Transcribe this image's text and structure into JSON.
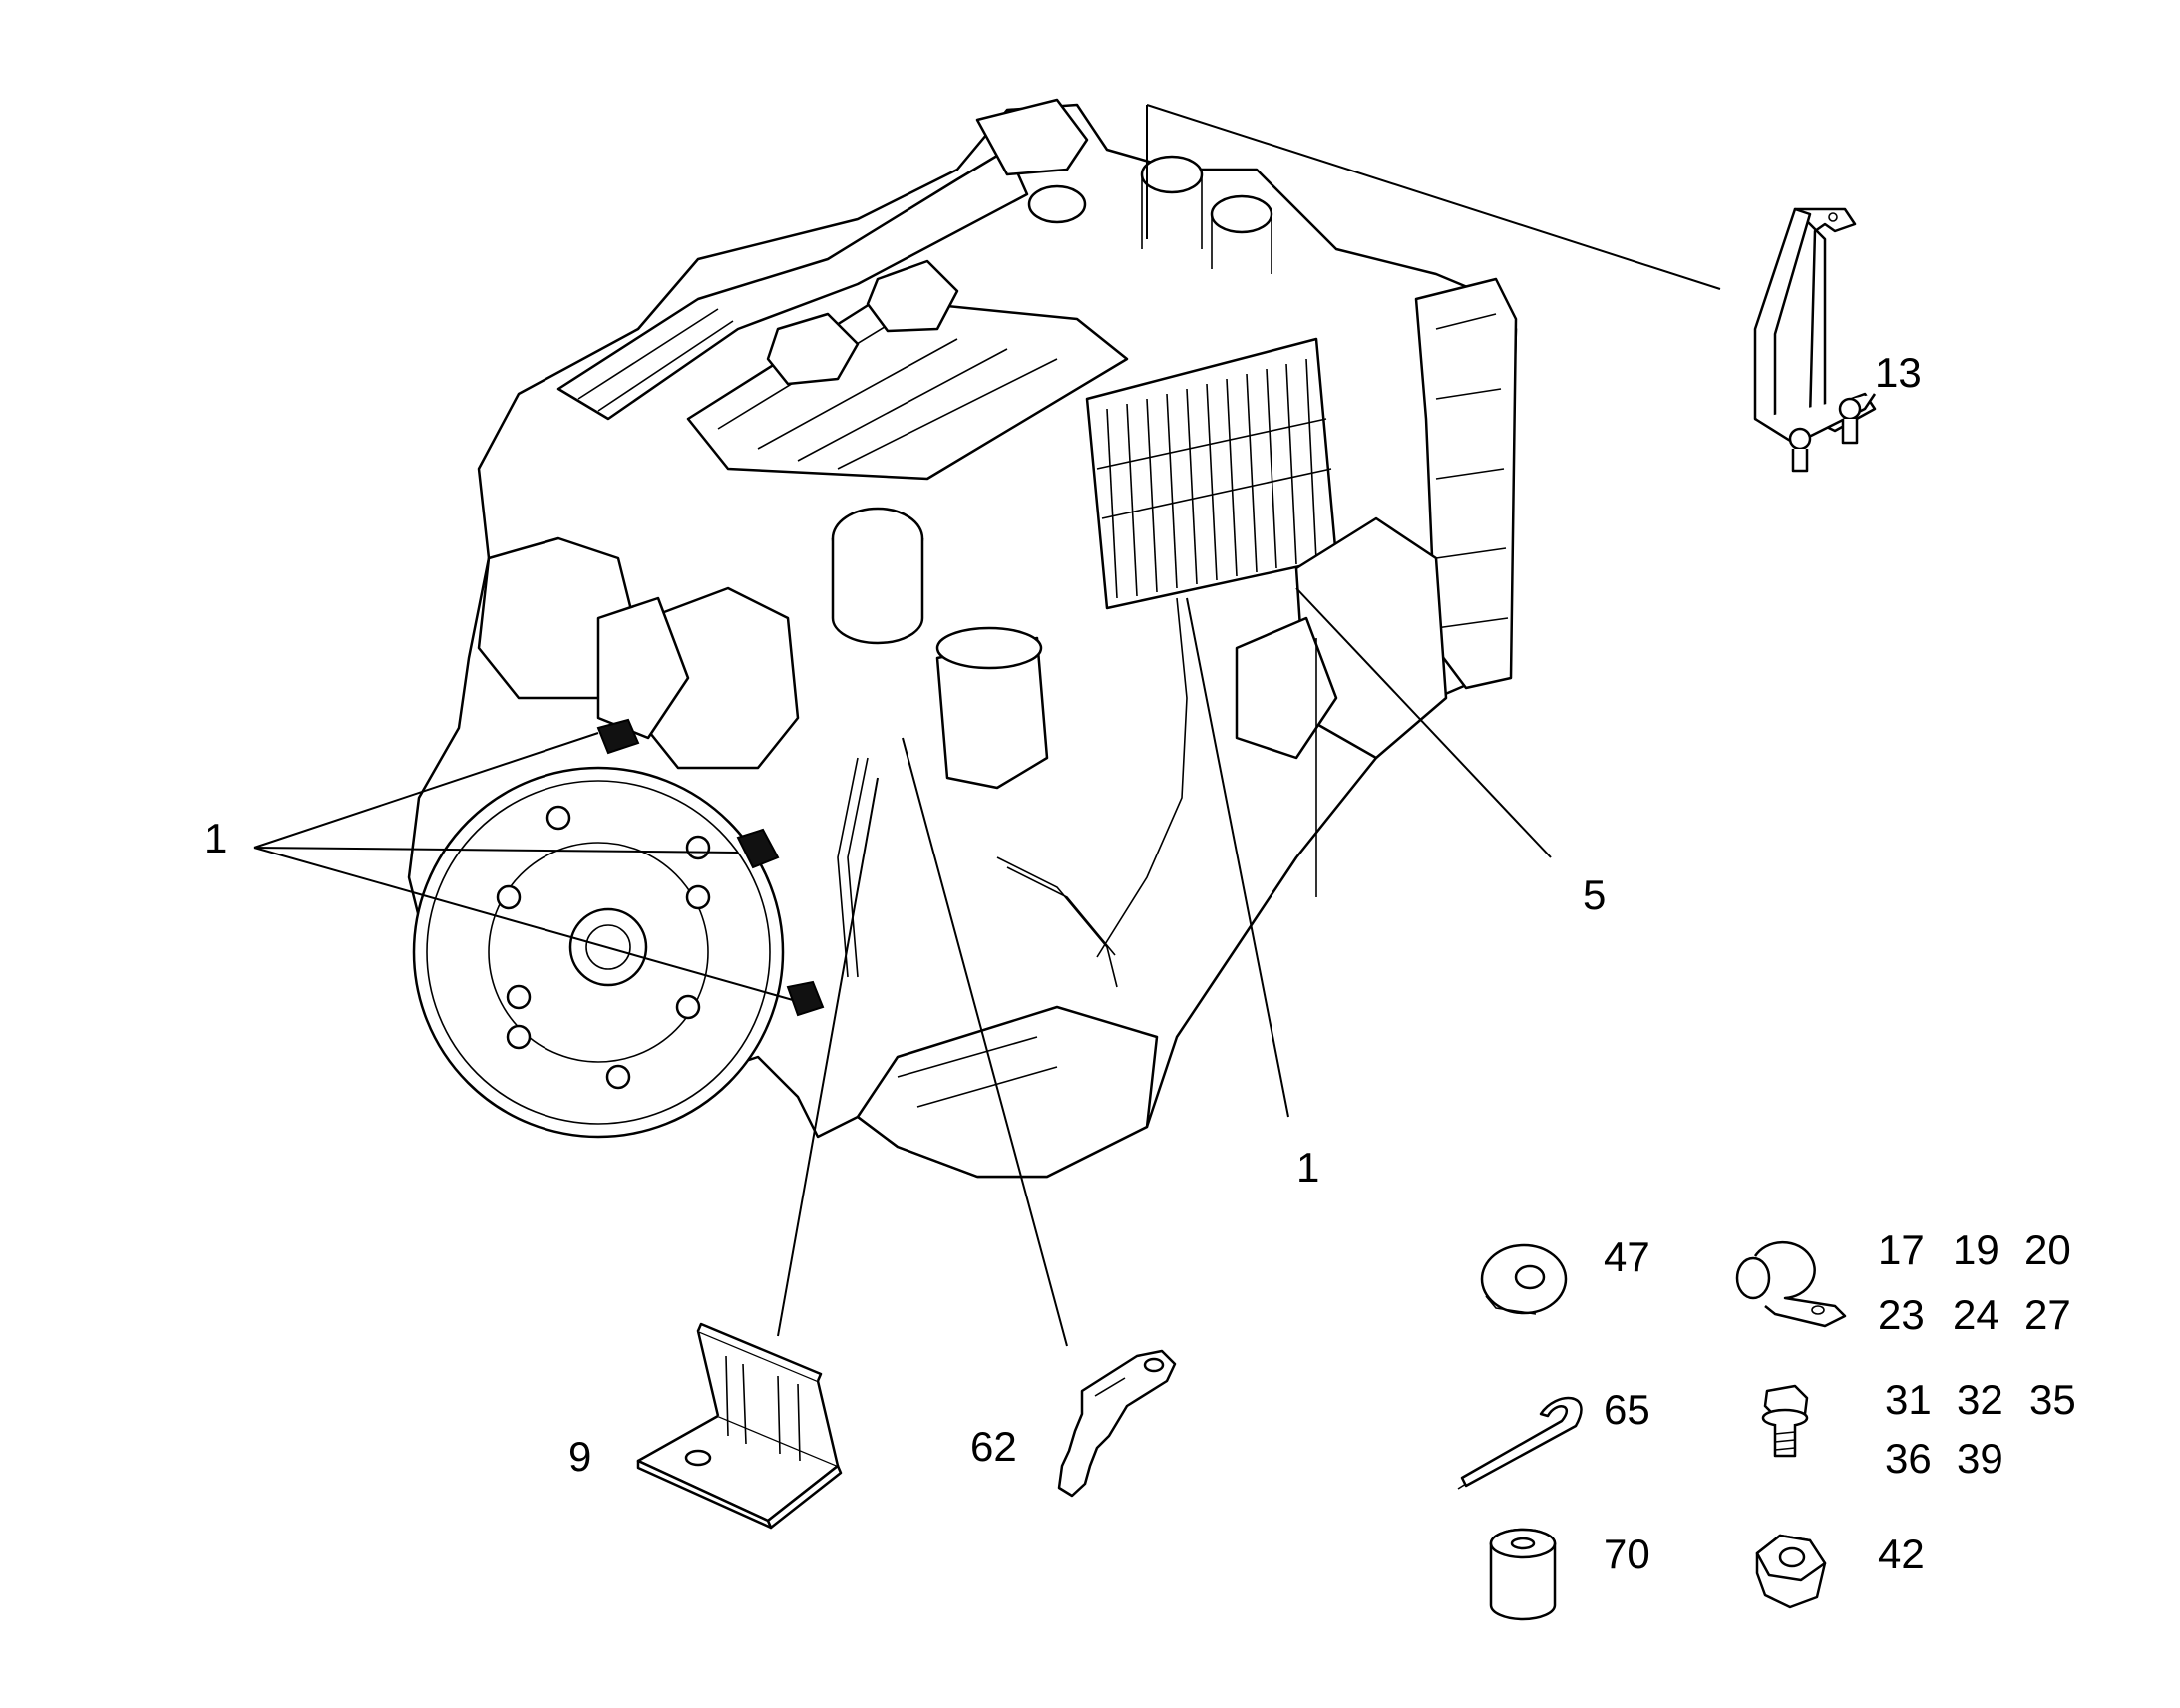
{
  "callouts": {
    "c1_left": "1",
    "c1_right": "1",
    "c5": "5",
    "c9": "9",
    "c13": "13",
    "c62": "62",
    "c47": "47",
    "c65": "65",
    "c70": "70",
    "c42": "42",
    "clip_row1": [
      "17",
      "19",
      "20"
    ],
    "clip_row2": [
      "23",
      "24",
      "27"
    ],
    "bolt_row1": [
      "31",
      "32",
      "35"
    ],
    "bolt_row2": [
      "36",
      "39"
    ]
  },
  "icons": {
    "engine": "engine-assembly-illustration",
    "bracket_13": "mounting-bracket-13-icon",
    "bracket_9": "mounting-bracket-9-icon",
    "bracket_62": "strap-bracket-62-icon",
    "washer": "washer-icon",
    "clip": "p-clip-icon",
    "cable_tie": "cable-tie-icon",
    "bolt": "flange-bolt-icon",
    "spacer": "spacer-sleeve-icon",
    "nut": "hex-nut-icon",
    "sensor": "sensor-icon"
  }
}
